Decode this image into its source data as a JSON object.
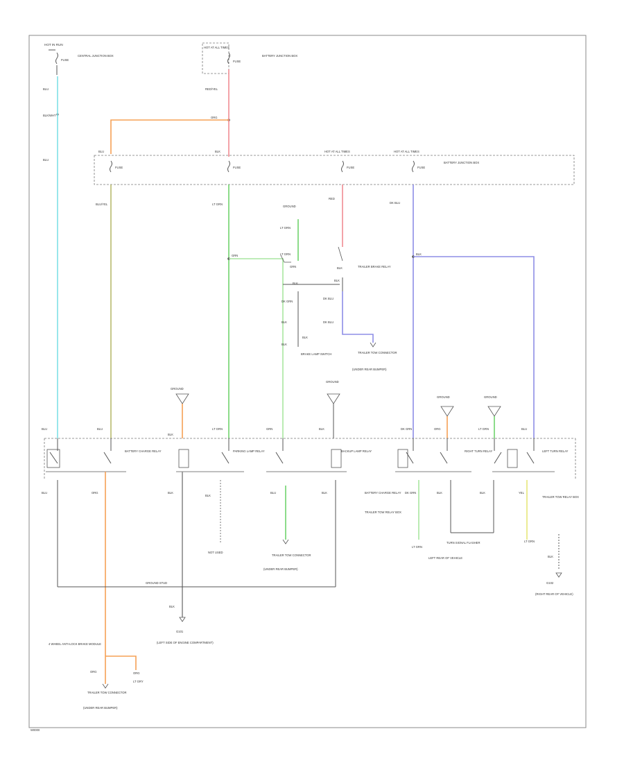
{
  "diagram": {
    "colors": {
      "cyan": "#7fe0e6",
      "orange": "#f5a055",
      "pink": "#f08c93",
      "olive": "#b8bb6e",
      "green": "#6fd36c",
      "blue": "#8e8ee6",
      "gray": "#8a8a8a",
      "yellow": "#e6e67a",
      "light_green": "#a8e6a0",
      "frame": "#888888"
    },
    "labels": {
      "top_left_title": "HOT IN RUN",
      "top_left_fuse": "FUSE",
      "top_left_desc": "CENTRAL JUNCTION BOX",
      "top_center_title": "HOT AT ALL TIMES",
      "top_center_fuse": "FUSE",
      "top_center_desc": "BATTERY JUNCTION BOX",
      "top_center_wire": "RED/YEL",
      "left_wire_1": "BLU",
      "left_wire_2": "BLK/WHT",
      "fuse_box_1": "FUSE",
      "fuse_box_2": "FUSE",
      "fuse_box_3": "FUSE",
      "fuse_box_4": "FUSE",
      "fuse_box_top_a": "HOT AT ALL TIMES",
      "fuse_box_top_b": "HOT AT ALL TIMES",
      "fuse_box_desc": "BATTERY JUNCTION BOX",
      "wire_olive": "BLU/YEL",
      "wire_green": "LT GRN",
      "wire_pink": "RED",
      "wire_blue": "DK BLU",
      "ground_top": "GROUND",
      "ground_top_wire": "LT GRN",
      "trailer_relay": "TRAILER BRAKE RELAY",
      "trailer_relay_wire": "GRN",
      "trailer_wire_1": "DK BLU",
      "trailer_wire_2": "DK BLU",
      "trailer_to_conn": "TRAILER TOW CONNECTOR",
      "trailer_to_conn_b": "(UNDER REAR BUMPER)",
      "center_wire_a": "LT GRN",
      "center_wire_b": "GRN",
      "center_desc": "BRAKE LAMP SWITCH",
      "relay_1": "BATTERY CHARGE RELAY",
      "relay_2": "PARKING LAMP RELAY",
      "relay_3": "BACKUP LAMP RELAY",
      "relay_4": "RIGHT TURN RELAY",
      "relay_5": "LEFT TURN RELAY",
      "relay_box_desc": "TRAILER TOW RELAY BOX",
      "relay_wire_1": "BLU",
      "relay_wire_2": "ORG",
      "relay_wire_3": "BLK",
      "relay_wire_4": "BLK",
      "relay_wire_5": "BLU",
      "relay_wire_6": "BLK",
      "relay_wire_7": "DK GRN",
      "relay_wire_8": "BLK",
      "relay_wire_9": "BLK",
      "relay_wire_10": "YEL",
      "g_left": "GROUND",
      "g_center": "GROUND",
      "g_right_1": "GROUND",
      "g_right_2": "GROUND",
      "bottom_ground_desc": "GROUND STUD",
      "ground_stud_a": "G101",
      "ground_stud_desc_a": "(LEFT SIDE OF ENGINE COMPARTMENT)",
      "ground_stud_b": "G102",
      "ground_stud_desc_b": "(RIGHT REAR OF VEHICLE)",
      "right_desc": "TURN SIGNAL FLASHER",
      "right_desc_2": "LEFT REAR OF VEHICLE",
      "right_ground": "GROUND",
      "bottom_left_desc": "4 WHEEL ANTI-LOCK BRAKE MODULE",
      "bottom_left_wire_1": "ORG",
      "bottom_left_wire_2": "ORG",
      "bottom_left_wire_3": "LT GRY",
      "bottom_left_conn": "TRAILER TOW CONNECTOR",
      "bottom_left_conn_b": "(UNDER REAR BUMPER)",
      "center_conn": "TRAILER TOW CONNECTOR",
      "center_conn_b": "(UNDER REAR BUMPER)",
      "bottom_wire_center": "BLK",
      "not_used": "NOT USED",
      "light_green_wire": "LT GRN",
      "yellow_wire": "LT GRN",
      "right_bottom_wire": "BLK",
      "footer_id": "W0000"
    }
  }
}
